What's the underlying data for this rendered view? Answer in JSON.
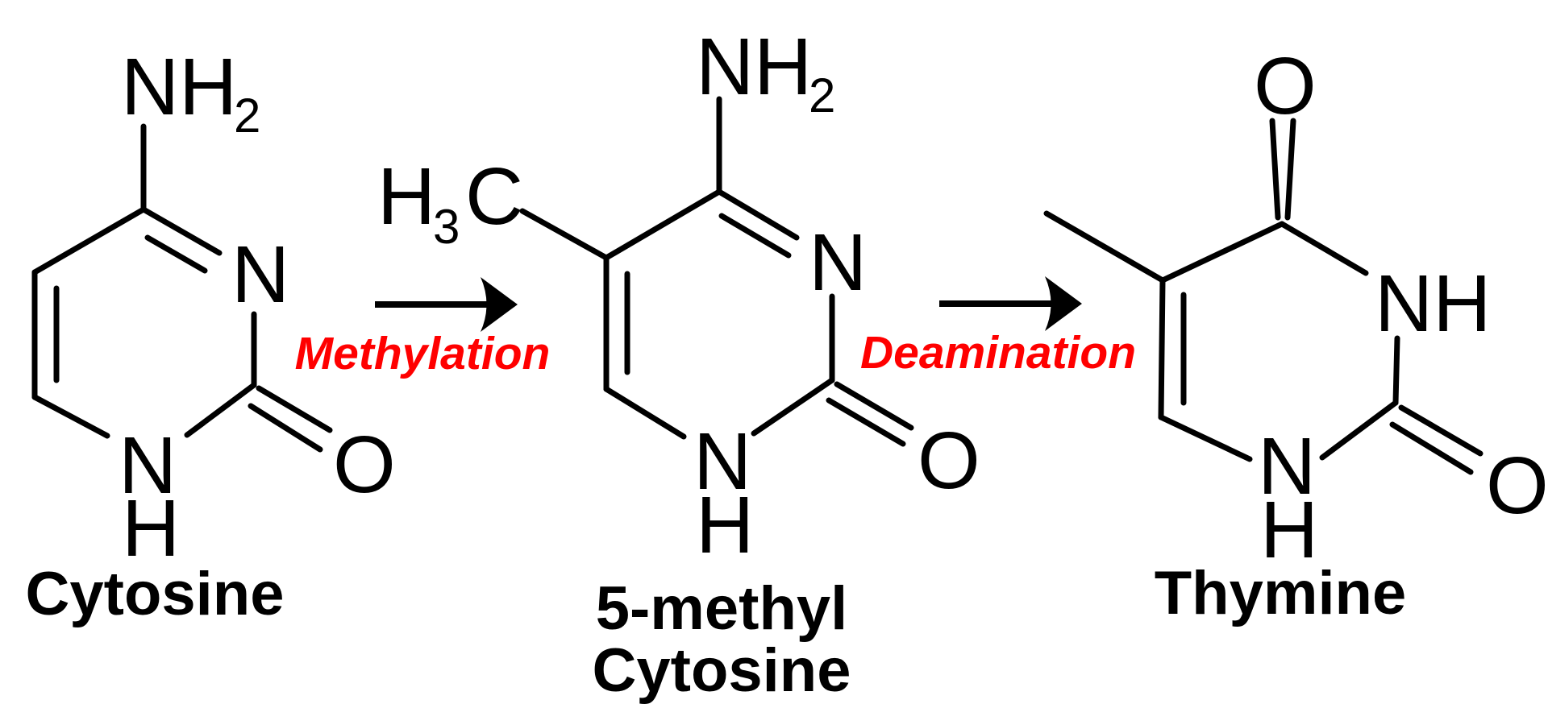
{
  "figure": {
    "colors": {
      "background": "#ffffff",
      "structure": "#000000",
      "reaction_label": "#ff0000"
    },
    "molecules": [
      {
        "name": "Cytosine",
        "amine": {
          "n": "N",
          "h": "H",
          "sub": "2"
        },
        "ring_n3": "N",
        "ring_n1": {
          "n": "N",
          "h": "H"
        },
        "carbonyl_o": "O"
      },
      {
        "name_line1": "5-methyl",
        "name_line2": "Cytosine",
        "methyl": {
          "h": "H",
          "sub": "3",
          "c": "C"
        },
        "amine": {
          "n": "N",
          "h": "H",
          "sub": "2"
        },
        "ring_n3": "N",
        "ring_n1": {
          "n": "N",
          "h": "H"
        },
        "carbonyl_o": "O"
      },
      {
        "name": "Thymine",
        "top_o": "O",
        "ring_n3": "NH",
        "ring_n1": {
          "n": "N",
          "h": "H"
        },
        "carbonyl_o": "O"
      }
    ],
    "reactions": [
      {
        "label": "Methylation"
      },
      {
        "label": "Deamination"
      }
    ]
  }
}
